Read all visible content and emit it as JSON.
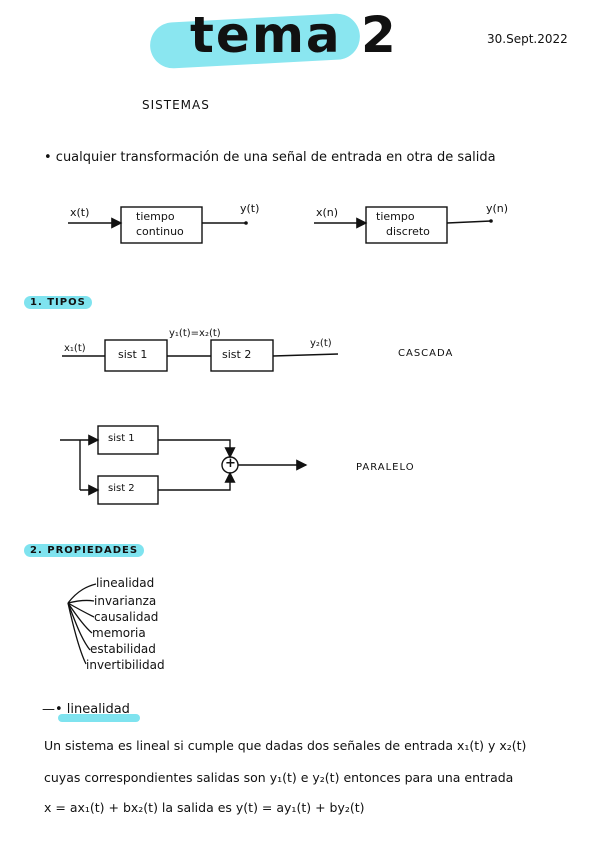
{
  "header": {
    "title": "tema 2",
    "date": "30.Sept.2022"
  },
  "section_title": "SISTEMAS",
  "definition": "• cualquier transformación de una señal de entrada en otra de salida",
  "diagram_continuous": {
    "input": "x(t)",
    "box_line1": "tiempo",
    "box_line2": "continuo",
    "output": "y(t)"
  },
  "diagram_discrete": {
    "input": "x(n)",
    "box_line1": "tiempo",
    "box_line2": "discreto",
    "output": "y(n)"
  },
  "tipos": {
    "heading": "1. TIPOS",
    "cascade": {
      "input": "x₁(t)",
      "mid_label": "y₁(t)=x₂(t)",
      "box1": "sist 1",
      "box2": "sist 2",
      "output": "y₂(t)",
      "name": "CASCADA"
    },
    "parallel": {
      "box1": "sist 1",
      "box2": "sist 2",
      "sum_symbol": "+",
      "name": "PARALELO"
    }
  },
  "propiedades": {
    "heading": "2. PROPIEDADES",
    "items": [
      "linealidad",
      "invarianza",
      "causalidad",
      "memoria",
      "estabilidad",
      "invertibilidad"
    ]
  },
  "linealidad": {
    "heading": "—• linealidad",
    "line1": "Un sistema es lineal si cumple que dadas dos señales de entrada x₁(t) y x₂(t)",
    "line2": "cuyas correspondientes salidas son y₁(t) e y₂(t) entonces para una entrada",
    "line3": "x = ax₁(t) + bx₂(t) la salida es y(t) = ay₁(t) + by₂(t)"
  },
  "colors": {
    "highlight": "#7fe3ef",
    "ink": "#111111"
  }
}
